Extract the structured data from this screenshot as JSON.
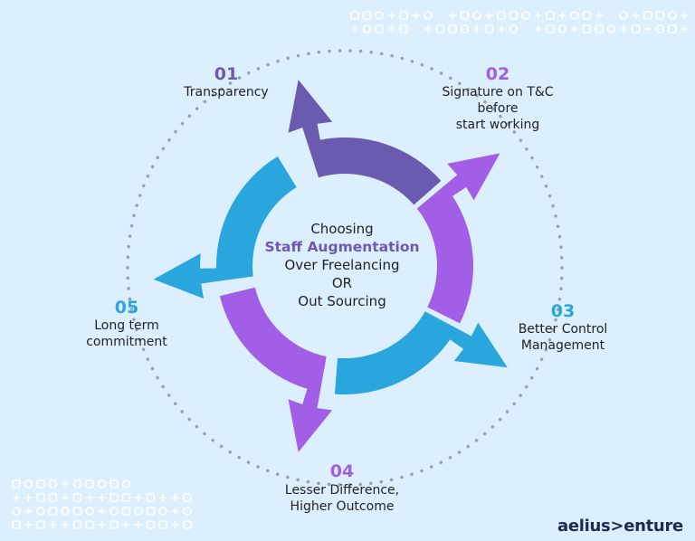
{
  "center": {
    "line1": "Choosing",
    "highlight": "Staff Augmentation",
    "line3": "Over Freelancing",
    "line4": "OR",
    "line5": "Out Sourcing"
  },
  "steps": [
    {
      "number": "01",
      "label_lines": [
        "Transparency"
      ],
      "color": "#6a5bb0"
    },
    {
      "number": "02",
      "label_lines": [
        "Signature on T&C",
        "before",
        "start working"
      ],
      "color": "#a35ee8"
    },
    {
      "number": "03",
      "label_lines": [
        "Better Control",
        "Management"
      ],
      "color": "#2aa6df"
    },
    {
      "number": "04",
      "label_lines": [
        "Lesser Difference,",
        "Higher Outcome"
      ],
      "color": "#a35ee8"
    },
    {
      "number": "05",
      "label_lines": [
        "Long term",
        "commitment"
      ],
      "color": "#2aa6df"
    }
  ],
  "brand": {
    "name": "aelius>enture"
  },
  "colors": {
    "background": "#dcefff",
    "dots": "#9aa1a8",
    "pattern": "#ffffff"
  }
}
